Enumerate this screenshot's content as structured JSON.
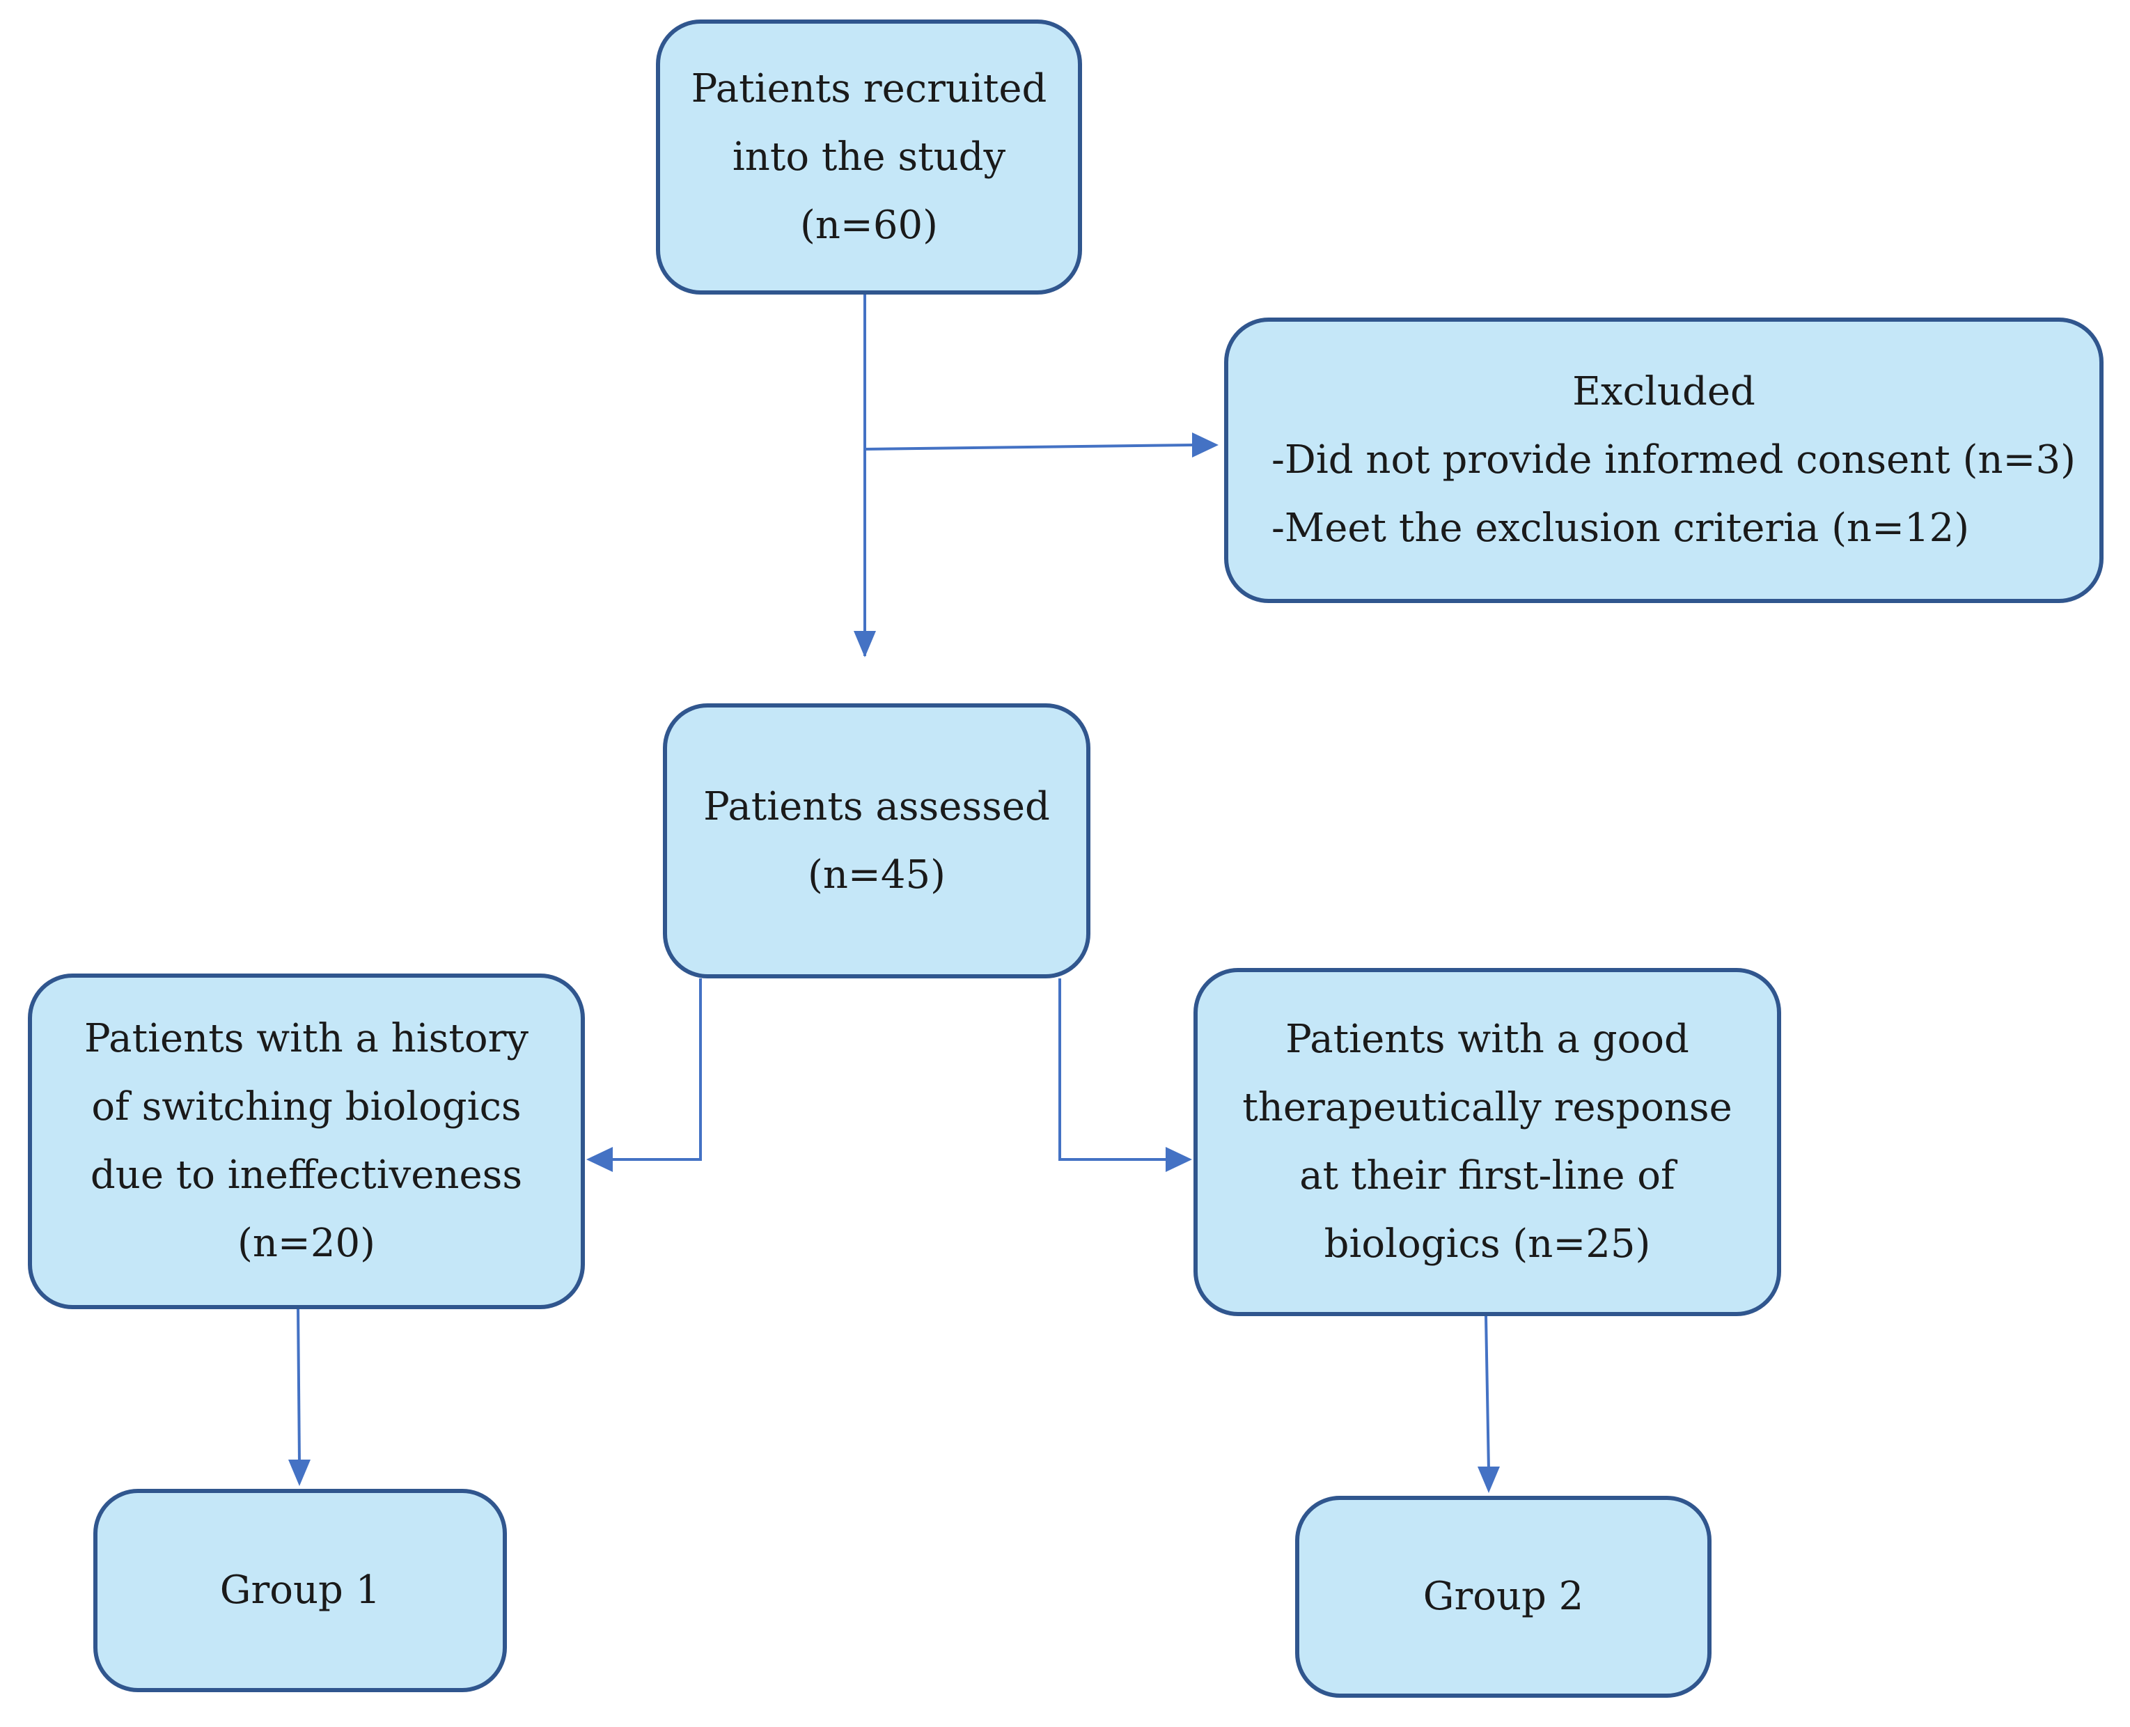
{
  "nodes": {
    "recruited": {
      "lines": [
        "Patients recruited",
        "into the study",
        "(n=60)"
      ]
    },
    "excluded": {
      "title": "Excluded",
      "items": [
        "-Did not provide informed consent (n=3)",
        "-Meet the exclusion criteria (n=12)"
      ]
    },
    "assessed": {
      "lines": [
        "Patients assessed",
        "(n=45)"
      ]
    },
    "switching": {
      "lines": [
        "Patients with a history",
        "of switching biologics",
        "due to ineffectiveness",
        "(n=20)"
      ]
    },
    "good_response": {
      "lines": [
        "Patients with a good",
        "therapeutically response",
        "at their first-line of",
        "biologics (n=25)"
      ]
    },
    "group1": {
      "label": "Group 1"
    },
    "group2": {
      "label": "Group 2"
    }
  },
  "colors": {
    "box_fill": "#c5e7f8",
    "box_border": "#30568e",
    "connector": "#4472c4"
  }
}
